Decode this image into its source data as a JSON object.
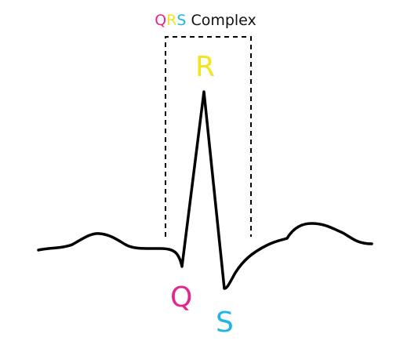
{
  "title": {
    "q": "Q",
    "r": "R",
    "s": "S",
    "rest": "Complex"
  },
  "labels": {
    "q": "Q",
    "r": "R",
    "s": "S"
  },
  "colors": {
    "q": "#e3268e",
    "r": "#f2e51d",
    "s": "#1fb6e6",
    "text": "#111111",
    "line": "#000000"
  }
}
